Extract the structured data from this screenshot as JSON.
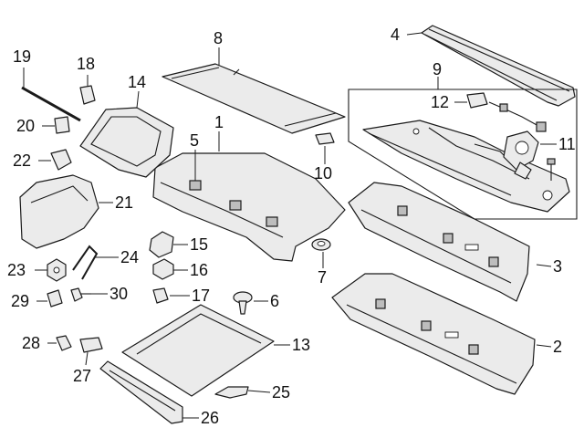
{
  "callouts": [
    {
      "id": "1",
      "label": "1"
    },
    {
      "id": "2",
      "label": "2"
    },
    {
      "id": "3",
      "label": "3"
    },
    {
      "id": "4",
      "label": "4"
    },
    {
      "id": "5",
      "label": "5"
    },
    {
      "id": "6",
      "label": "6"
    },
    {
      "id": "7",
      "label": "7"
    },
    {
      "id": "8",
      "label": "8"
    },
    {
      "id": "9",
      "label": "9"
    },
    {
      "id": "10",
      "label": "10"
    },
    {
      "id": "11",
      "label": "11"
    },
    {
      "id": "12",
      "label": "12"
    },
    {
      "id": "13",
      "label": "13"
    },
    {
      "id": "14",
      "label": "14"
    },
    {
      "id": "15",
      "label": "15"
    },
    {
      "id": "16",
      "label": "16"
    },
    {
      "id": "17",
      "label": "17"
    },
    {
      "id": "18",
      "label": "18"
    },
    {
      "id": "19",
      "label": "19"
    },
    {
      "id": "20",
      "label": "20"
    },
    {
      "id": "21",
      "label": "21"
    },
    {
      "id": "22",
      "label": "22"
    },
    {
      "id": "23",
      "label": "23"
    },
    {
      "id": "24",
      "label": "24"
    },
    {
      "id": "25",
      "label": "25"
    },
    {
      "id": "26",
      "label": "26"
    },
    {
      "id": "27",
      "label": "27"
    },
    {
      "id": "28",
      "label": "28"
    },
    {
      "id": "29",
      "label": "29"
    },
    {
      "id": "30",
      "label": "30"
    }
  ],
  "colors": {
    "line": "#1a1a1a",
    "part_fill": "#ebebeb",
    "background": "#ffffff"
  }
}
